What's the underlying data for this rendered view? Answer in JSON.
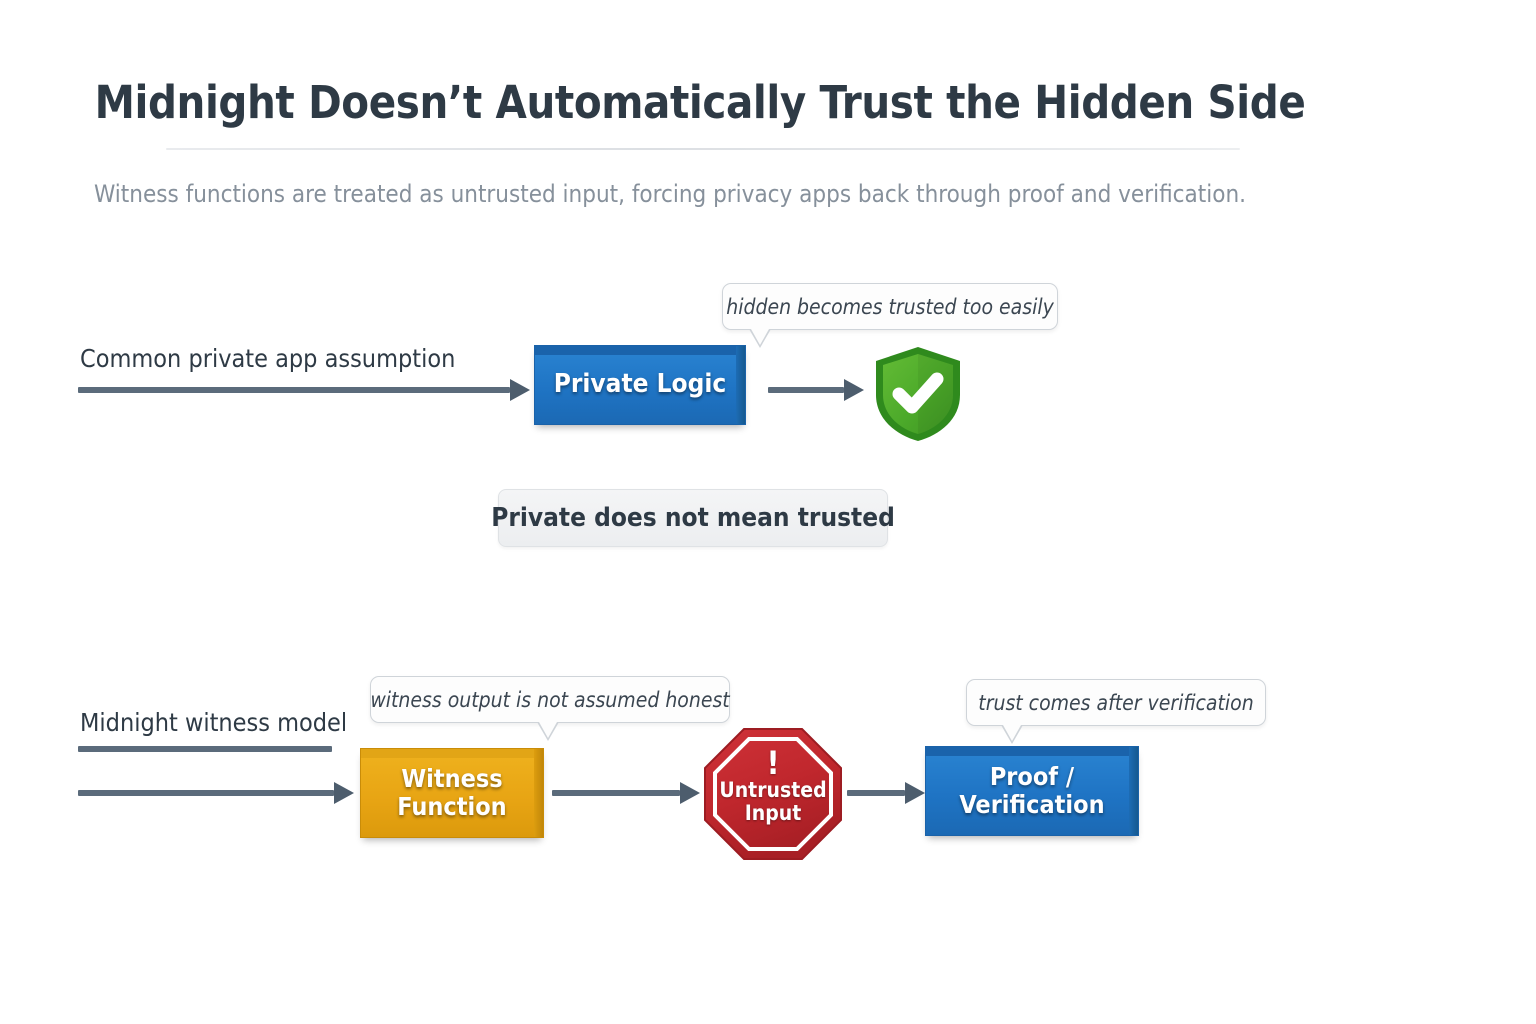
{
  "header": {
    "title": "Midnight Doesn’t Automatically Trust the Hidden Side",
    "subtitle": "Witness functions are treated as untrusted input, forcing privacy apps back through proof and verification."
  },
  "colors": {
    "title_text": "#2e3a45",
    "subtitle_text": "#86909b",
    "arrow": "#5b6b7b",
    "blue_block": "#1f74c4",
    "gold_block": "#e8a514",
    "shield_green": "#4caa2a",
    "octagon_red": "#c0272d",
    "note_box_bg": "#eceef0"
  },
  "row_one": {
    "label": "Common private app assumption",
    "block": {
      "label": "Private Logic",
      "icon": "cube-block-icon"
    },
    "callout": "hidden becomes trusted too easily",
    "result_icon": "green-shield-check-icon",
    "note": "Private does not mean trusted"
  },
  "row_two": {
    "label": "Midnight witness model",
    "block_one": {
      "label_line_1": "Witness",
      "label_line_2": "Function",
      "icon": "cube-block-icon"
    },
    "callout_one": "witness output is not assumed honest",
    "octagon": {
      "glyph": "!",
      "label_line_1": "Untrusted",
      "label_line_2": "Input",
      "icon": "stop-octagon-icon"
    },
    "callout_two": "trust comes after verification",
    "block_two": {
      "label_line_1": "Proof /",
      "label_line_2": "Verification",
      "icon": "cube-block-icon"
    }
  }
}
